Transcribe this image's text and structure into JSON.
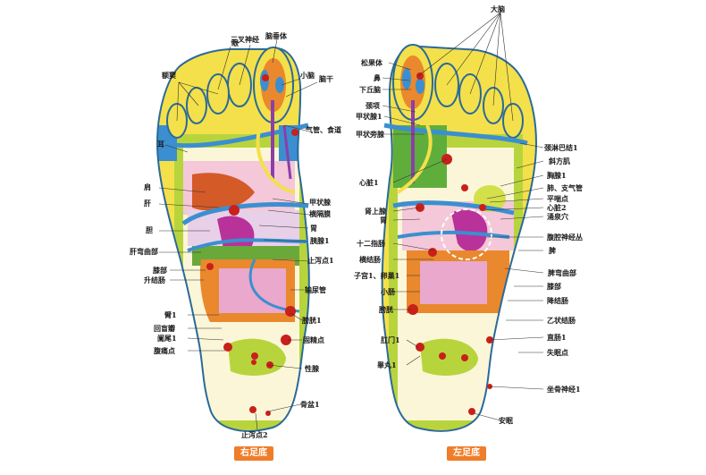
{
  "colors": {
    "outline": "#2a6a9a",
    "outer": "#f4e04a",
    "lime": "#b8d43c",
    "green": "#5fae3c",
    "cream": "#fbf6d8",
    "lavender": "#d9c8e8",
    "pink": "#e9a8cc",
    "orange": "#e9882c",
    "red": "#d8282a",
    "blue": "#3b8fd0",
    "purple": "#8b3fa8",
    "magenta": "#b8329a",
    "brown": "#6a3a2a",
    "cyan": "#9ad0e0",
    "dot": "#c8201a",
    "caption": "#ef7d2a"
  },
  "right_foot": {
    "caption": "右足底",
    "labels": {
      "eye": "眼",
      "trigeminal": "三叉神经",
      "pituitary": "脑垂体",
      "sinus": "额窦",
      "cerebellum": "小脑",
      "brainstem": "脑干",
      "ear": "耳",
      "trachea": "气管、食道",
      "shoulder": "肩",
      "liver": "肝",
      "thyroid": "甲状腺",
      "diaphragm": "横隔膜",
      "gallbladder": "胆",
      "stomach": "胃",
      "pancreas": "胰腺1",
      "hepatic_flexure": "肝弯曲部",
      "diarrhea": "止泻点1",
      "knee": "膝部",
      "ascending_colon": "升结肠",
      "ureter": "输尿管",
      "arm": "臂1",
      "bladder": "膀胱1",
      "ileocecal": "回盲瓣",
      "appendix": "阑尾1",
      "sperm": "固精点",
      "abdominal_pain": "腹痛点",
      "gonad": "性腺",
      "pelvis": "骨盆1",
      "diarrhea2": "止泻点2"
    }
  },
  "left_foot": {
    "caption": "左足底",
    "labels": {
      "brain": "大脑",
      "pineal": "松果体",
      "nose": "鼻",
      "hypothalamus": "下丘脑",
      "neck": "颈项",
      "thyroid": "甲状腺1",
      "lymph": "颈淋巴结1",
      "trapezius": "斜方肌",
      "parathyroid": "甲状旁腺",
      "thymus": "胸腺1",
      "lung": "肺、支气管",
      "heart": "心脏1",
      "asthma": "平喘点",
      "heart2": "心脏2",
      "adrenal": "肾上腺",
      "stomach": "胃",
      "yongquan": "涌泉穴",
      "celiac": "腹腔神经丛",
      "duodenum": "十二指肠",
      "transverse_colon": "横结肠",
      "spleen": "脾",
      "splenic_flexure": "脾弯曲部",
      "uterus": "子宫1、卵巢1",
      "knee": "膝部",
      "small_intestine": "小肠",
      "descending_colon": "降结肠",
      "bladder": "膀胱",
      "sigmoid": "乙状结肠",
      "anus": "肛门1",
      "rectum": "直肠1",
      "insomnia": "失眠点",
      "testis": "睾丸1",
      "sciatic": "坐骨神经1",
      "calm": "安眠"
    }
  }
}
